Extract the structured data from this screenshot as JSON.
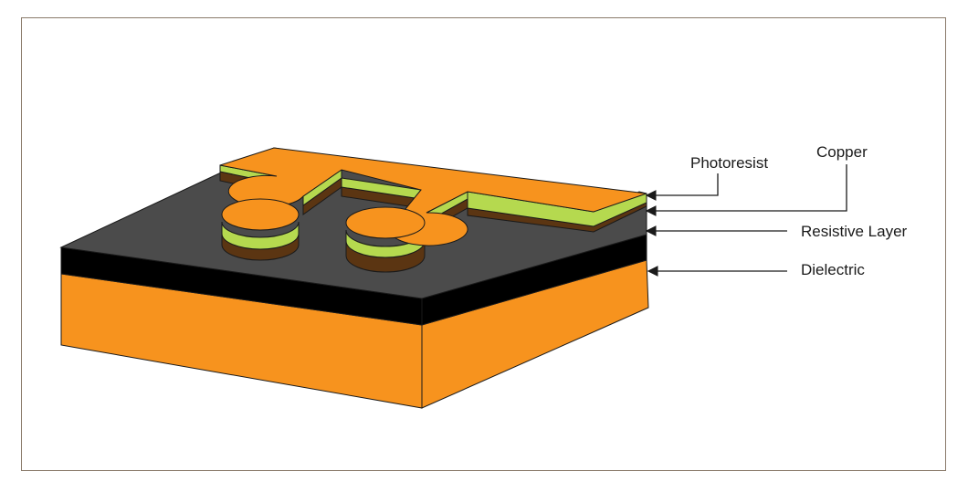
{
  "labels": {
    "photoresist": "Photoresist",
    "copper": "Copper",
    "resistive_layer": "Resistive Layer",
    "dielectric": "Dielectric"
  },
  "colors": {
    "dielectric": "#f7931e",
    "resistive_layer": "#000000",
    "substrate_top": "#4b4b4b",
    "copper": "#f7931e",
    "photoresist": "#b5d94f",
    "copper_side": "#5b3512",
    "outline": "#1a1a1a",
    "frame": "#8a7a6a"
  }
}
